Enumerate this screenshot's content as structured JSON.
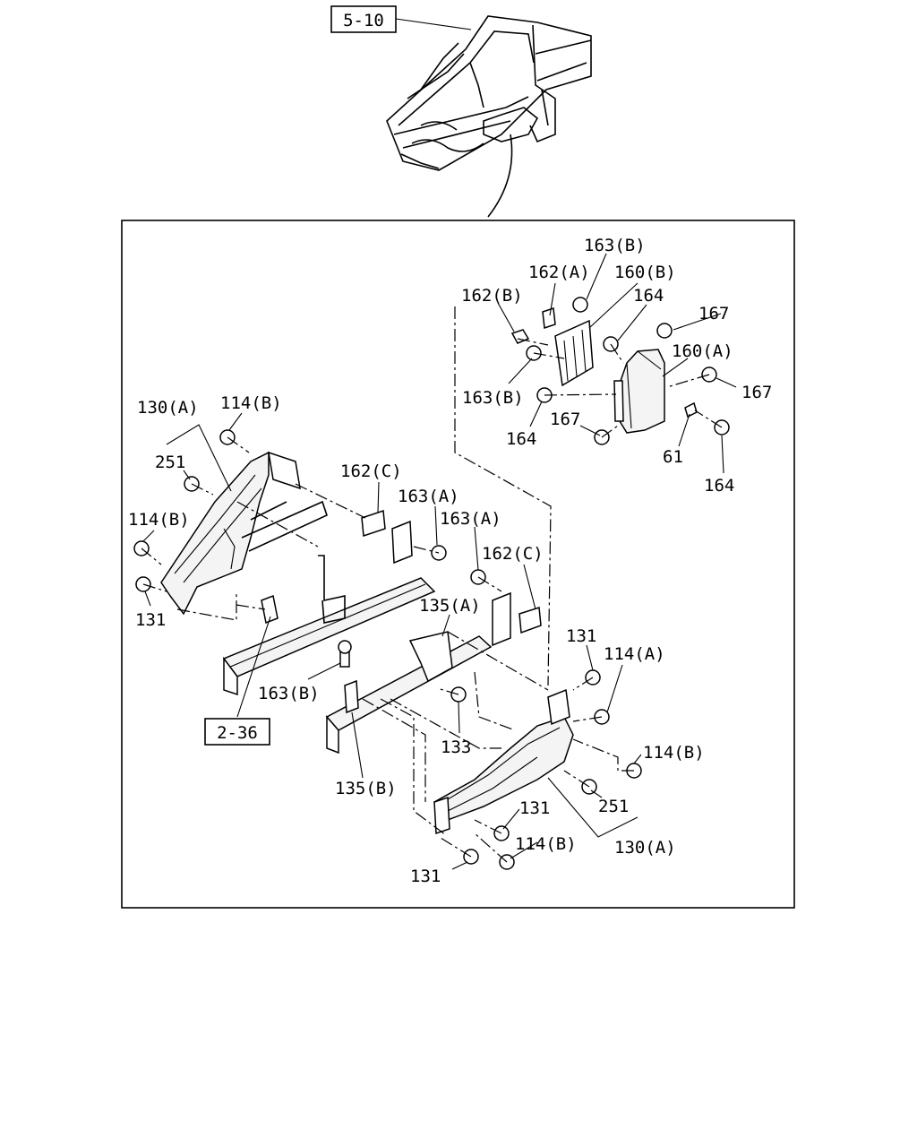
{
  "refs": {
    "ref_5_10": "5-10",
    "ref_2_36": "2-36"
  },
  "labels": {
    "l163b_top": "163(B)",
    "l162a": "162(A)",
    "l160b": "160(B)",
    "l162b": "162(B)",
    "l164_top": "164",
    "l167_top": "167",
    "l160a": "160(A)",
    "l167_right": "167",
    "l163b_mid": "163(B)",
    "l167_mid": "167",
    "l164_mid": "164",
    "l61": "61",
    "l164_bot": "164",
    "l130a_left": "130(A)",
    "l114b_left_top": "114(B)",
    "l251_left": "251",
    "l162c_left": "162(C)",
    "l163a_left": "163(A)",
    "l163a_right": "163(A)",
    "l114b_left_mid": "114(B)",
    "l162c_right": "162(C)",
    "l131_left": "131",
    "l135a": "135(A)",
    "l131_right_top": "131",
    "l114a": "114(A)",
    "l163b_low": "163(B)",
    "l133": "133",
    "l114b_right": "114(B)",
    "l135b": "135(B)",
    "l251_right": "251",
    "l131_right_low": "131",
    "l114b_bottom": "114(B)",
    "l130a_right": "130(A)",
    "l131_bottom": "131"
  }
}
